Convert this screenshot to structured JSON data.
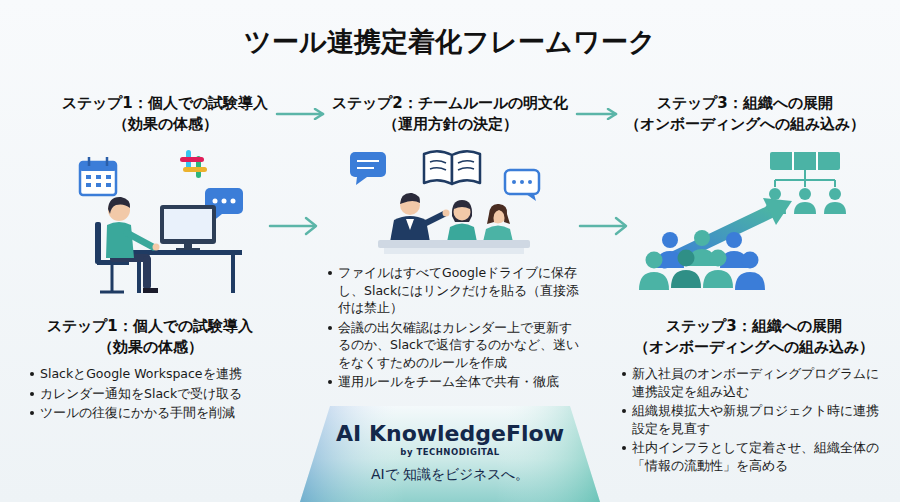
{
  "diagram": {
    "title": "ツール連携定着化フレームワーク",
    "nodes": [
      {
        "text": [
          "ステップ1：個人での試験導入 （効果の体感）"
        ]
      },
      {
        "text": [
          "ステップ2：チームルールの明文化 （運用方針の決定）"
        ]
      },
      {
        "text": [
          "ステップ3：組織への展開 （オンボーディングへの組み込み）"
        ]
      },
      {
        "text": [
          "ステップ1：個人での試験導入 （効果の体感）",
          "SlackとGoogle Workspaceを連携",
          "カレンダー通知をSlackで受け取る",
          "ツールの往復にかかる手間を削減"
        ]
      },
      {
        "text": [
          "ファイルはすべてGoogleドライブに保存し、Slackにはリンクだけを貼る（直接添付は禁止）",
          "会議の出欠確認はカレンダー上で更新するのか、Slackで返信するのかなど、迷いをなくすためのルールを作成",
          "運用ルールをチーム全体で共有・徹底"
        ]
      },
      {
        "text": [
          "ステップ3：組織への展開 （オンボーディングへの組み込み）",
          "新入社員のオンボーディングプログラムに連携設定を組み込む",
          "組織規模拡大や新規プロジェクト時に連携設定を見直す",
          "社内インフラとして定着させ、組織全体の「情報の流動性」を高める"
        ]
      },
      {
        "text": [
          "AI KnowledgeFlow",
          "by TECHNODIGITAL",
          "AIで 知識をビジネスへ。"
        ]
      }
    ],
    "edges": [
      {
        "from": 0,
        "to": 1,
        "arrow": "to"
      },
      {
        "from": 1,
        "to": 2,
        "arrow": "to"
      }
    ]
  }
}
